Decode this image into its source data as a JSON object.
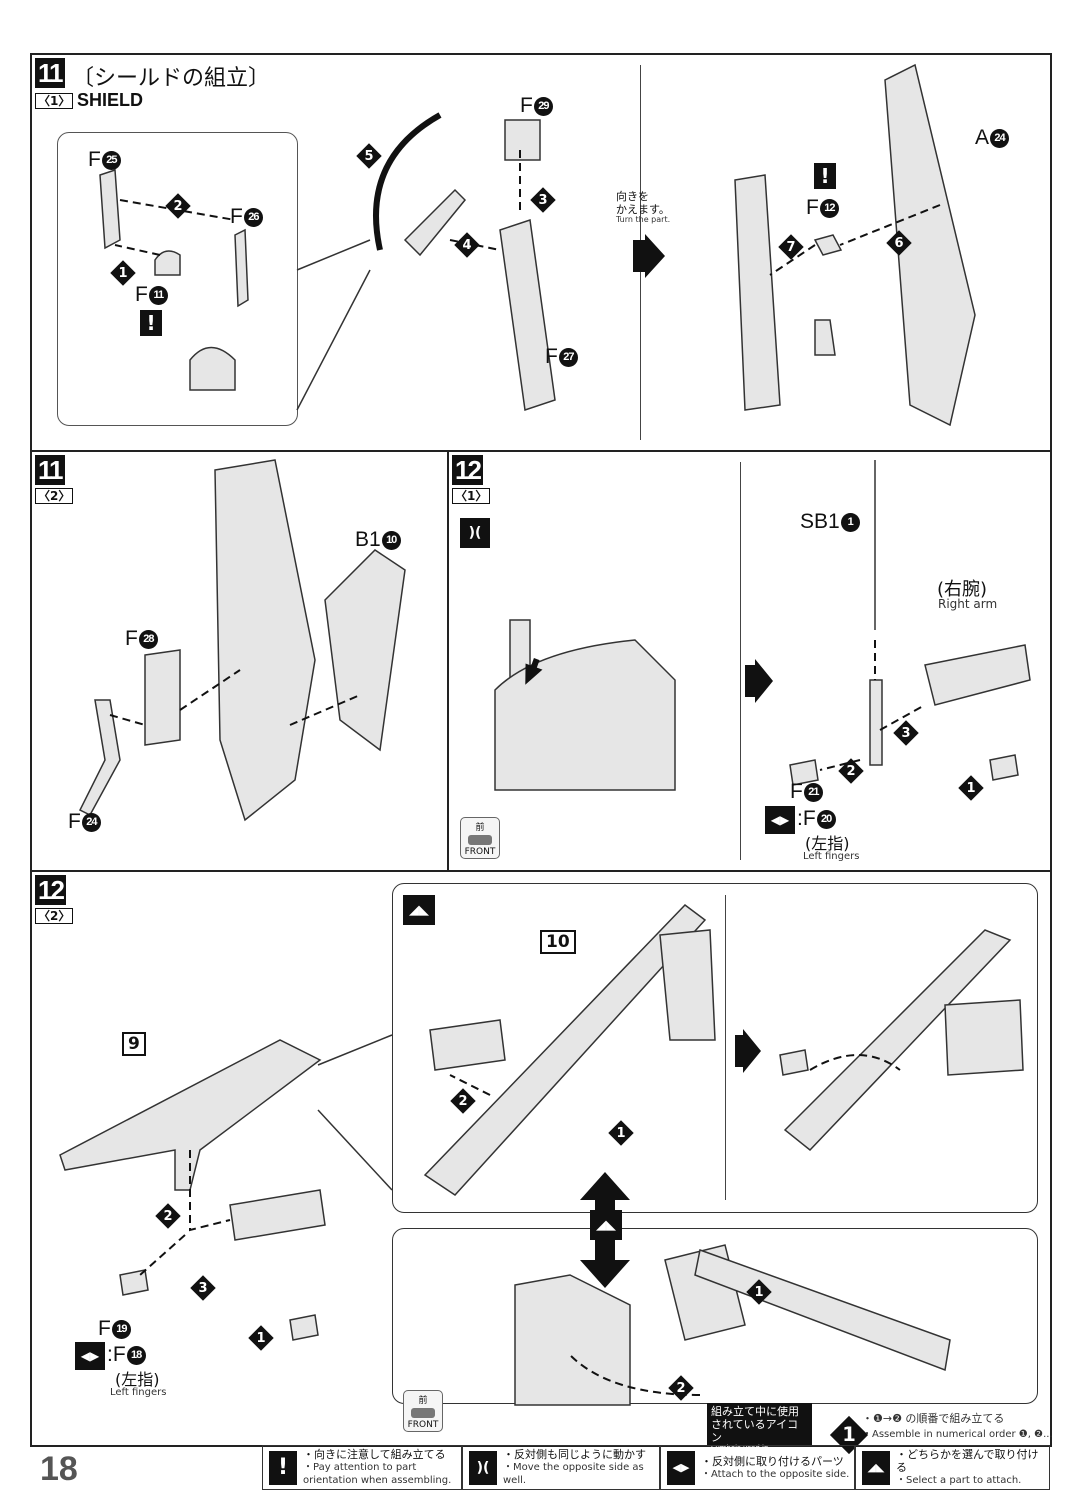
{
  "page_number": "18",
  "step11_1": {
    "step": "11",
    "title_ja": "〔シールドの組立〕",
    "sub": "〈1〉",
    "title_en": "SHIELD",
    "labels": [
      {
        "p": "F",
        "n": "25"
      },
      {
        "p": "F",
        "n": "26"
      },
      {
        "p": "F",
        "n": "11"
      },
      {
        "p": "F",
        "n": "29"
      },
      {
        "p": "F",
        "n": "27"
      },
      {
        "p": "A",
        "n": "24"
      },
      {
        "p": "F",
        "n": "12"
      }
    ],
    "steps": [
      "2",
      "1",
      "5",
      "3",
      "4",
      "7",
      "6"
    ],
    "turn_ja_1": "向きを",
    "turn_ja_2": "かえます。",
    "turn_en": "Turn the part."
  },
  "step11_2": {
    "step": "11",
    "sub": "〈2〉",
    "labels": [
      {
        "p": "B1",
        "n": "10"
      },
      {
        "p": "F",
        "n": "28"
      },
      {
        "p": "F",
        "n": "24"
      }
    ]
  },
  "step12_1": {
    "step": "12",
    "sub": "〈1〉",
    "sb": {
      "p": "SB1",
      "n": "1"
    },
    "right_arm_ja": "(右腕)",
    "right_arm_en": "Right arm",
    "f21": {
      "p": "F",
      "n": "21"
    },
    "f20": {
      "p": ":F",
      "n": "20"
    },
    "left_ja": "(左指)",
    "left_en": "Left fingers",
    "steps": [
      "3",
      "2",
      "1"
    ],
    "front_ja": "前",
    "front_en": "FRONT"
  },
  "step12_2": {
    "step": "12",
    "sub": "〈2〉",
    "part9": "9",
    "part10": "10",
    "f19": {
      "p": "F",
      "n": "19"
    },
    "f18": {
      "p": ":F",
      "n": "18"
    },
    "left_ja": "(左指)",
    "left_en": "Left fingers",
    "steps": [
      "2",
      "3",
      "1",
      "2",
      "1",
      "1",
      "2"
    ],
    "front_ja": "前",
    "front_en": "FRONT"
  },
  "icon_legend": {
    "title_ja_1": "組み立て中に使用",
    "title_ja_2": "されているアイコン",
    "title_en": "Symbols used in instructions",
    "order_num": "1",
    "order_ja": "・❶→❷ の順番で組み立てる",
    "order_en": "・Assemble in numerical order ❶, ❷...",
    "items": [
      {
        "icon": "!",
        "ja": "・向きに注意して組み立てる",
        "en": "・Pay attention to part orientation when assembling."
      },
      {
        "icon": ")(",
        "ja": "・反対側も同じように動かす",
        "en": "・Move the opposite side as well."
      },
      {
        "icon": "◀▶",
        "ja": "・反対側に取り付けるパーツ",
        "en": "・Attach to the opposite side."
      },
      {
        "icon": "◢◣",
        "ja": "・どちらかを選んで取り付ける",
        "en": "・Select a part to attach."
      }
    ]
  }
}
